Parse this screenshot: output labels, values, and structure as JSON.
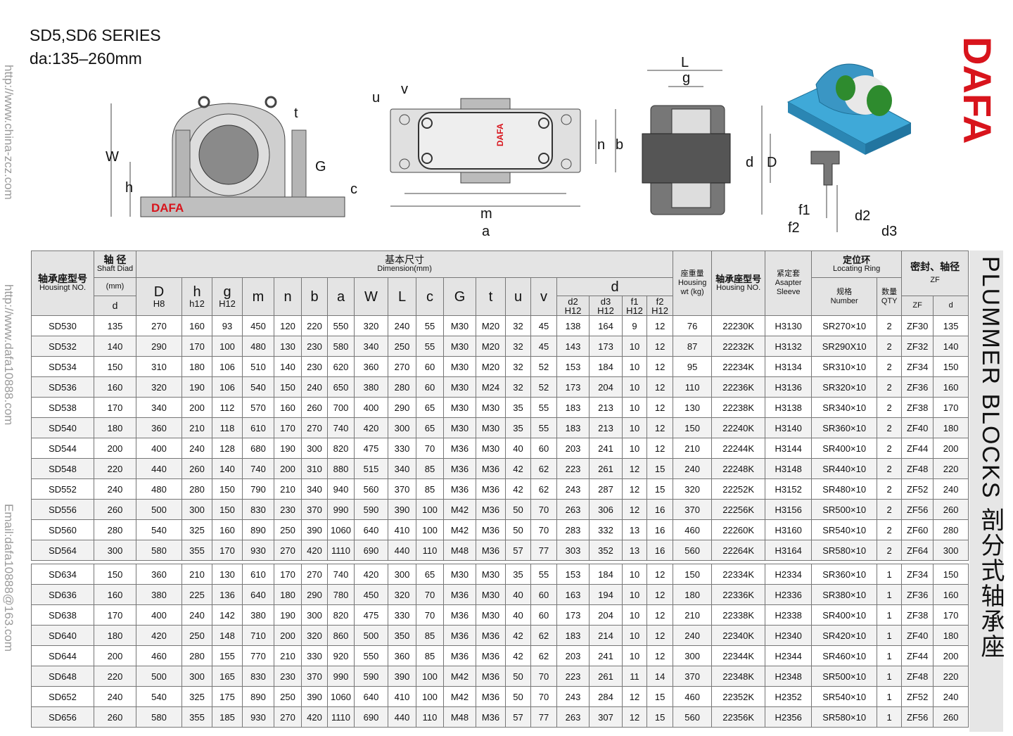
{
  "header": {
    "series": "SD5,SD6  SERIES",
    "range": "da:135–260mm"
  },
  "watermarks": [
    "http://www.china-zcz.com",
    "http://www.dafa10888.com",
    "Email:dafa10888@163.com"
  ],
  "brand": {
    "logo": "DAFA",
    "color": "#d8141c"
  },
  "side_title": "PLUMMER BLOCKS 剖分式轴承座",
  "diagram_labels": {
    "W": "W",
    "h": "h",
    "t": "t",
    "G": "G",
    "c": "c",
    "u": "u",
    "v": "v",
    "n": "n",
    "b": "b",
    "m": "m",
    "a": "a",
    "L": "L",
    "g": "g",
    "d": "d",
    "D": "D",
    "f1": "f1",
    "f2": "f2",
    "d2": "d2",
    "d3": "d3"
  },
  "table": {
    "h_housing_cn": "轴承座型号",
    "h_housing_en": "Housingt NO.",
    "h_shaft_cn": "轴 径",
    "h_shaft_en": "Shaft Diad",
    "h_mm": "(mm)",
    "h_d": "d",
    "h_dim_cn": "基本尺寸",
    "h_dim_en": "Dimension(mm)",
    "cols": [
      [
        "D",
        "H8"
      ],
      [
        "h",
        "h12"
      ],
      [
        "g",
        "H12"
      ],
      [
        "m",
        ""
      ],
      [
        "n",
        ""
      ],
      [
        "b",
        ""
      ],
      [
        "a",
        ""
      ],
      [
        "W",
        ""
      ],
      [
        "L",
        ""
      ],
      [
        "c",
        ""
      ],
      [
        "G",
        ""
      ],
      [
        "t",
        ""
      ],
      [
        "u",
        ""
      ],
      [
        "v",
        ""
      ]
    ],
    "h_dgroup": "d",
    "dcols": [
      [
        "d2",
        "H12"
      ],
      [
        "d3",
        "H12"
      ],
      [
        "f1",
        "H12"
      ],
      [
        "f2",
        "H12"
      ]
    ],
    "h_wt_cn": "座重量",
    "h_wt_en": "Housing wt (kg)",
    "h_hno_cn": "轴承座型号",
    "h_hno_en": "Housing NO.",
    "h_sleeve_cn": "紧定套",
    "h_sleeve_en": "Asapter Sleeve",
    "h_ring_cn": "定位环",
    "h_ring_en": "Locating Ring",
    "h_num_cn": "规格",
    "h_num_en": "Number",
    "h_qty_cn": "数量",
    "h_qty_en": "QTY",
    "h_seal_cn": "密封、轴径",
    "h_zf": "ZF",
    "h_zf2": "ZF",
    "h_sd": "d",
    "group1": [
      [
        "SD530",
        "135",
        "270",
        "160",
        "93",
        "450",
        "120",
        "220",
        "550",
        "320",
        "240",
        "55",
        "M30",
        "M20",
        "32",
        "45",
        "138",
        "164",
        "9",
        "12",
        "76",
        "22230K",
        "H3130",
        "SR270×10",
        "2",
        "ZF30",
        "135"
      ],
      [
        "SD532",
        "140",
        "290",
        "170",
        "100",
        "480",
        "130",
        "230",
        "580",
        "340",
        "250",
        "55",
        "M30",
        "M20",
        "32",
        "45",
        "143",
        "173",
        "10",
        "12",
        "87",
        "22232K",
        "H3132",
        "SR290X10",
        "2",
        "ZF32",
        "140"
      ],
      [
        "SD534",
        "150",
        "310",
        "180",
        "106",
        "510",
        "140",
        "230",
        "620",
        "360",
        "270",
        "60",
        "M30",
        "M20",
        "32",
        "52",
        "153",
        "184",
        "10",
        "12",
        "95",
        "22234K",
        "H3134",
        "SR310×10",
        "2",
        "ZF34",
        "150"
      ],
      [
        "SD536",
        "160",
        "320",
        "190",
        "106",
        "540",
        "150",
        "240",
        "650",
        "380",
        "280",
        "60",
        "M30",
        "M24",
        "32",
        "52",
        "173",
        "204",
        "10",
        "12",
        "110",
        "22236K",
        "H3136",
        "SR320×10",
        "2",
        "ZF36",
        "160"
      ],
      [
        "SD538",
        "170",
        "340",
        "200",
        "112",
        "570",
        "160",
        "260",
        "700",
        "400",
        "290",
        "65",
        "M30",
        "M30",
        "35",
        "55",
        "183",
        "213",
        "10",
        "12",
        "130",
        "22238K",
        "H3138",
        "SR340×10",
        "2",
        "ZF38",
        "170"
      ],
      [
        "SD540",
        "180",
        "360",
        "210",
        "118",
        "610",
        "170",
        "270",
        "740",
        "420",
        "300",
        "65",
        "M30",
        "M30",
        "35",
        "55",
        "183",
        "213",
        "10",
        "12",
        "150",
        "22240K",
        "H3140",
        "SR360×10",
        "2",
        "ZF40",
        "180"
      ],
      [
        "SD544",
        "200",
        "400",
        "240",
        "128",
        "680",
        "190",
        "300",
        "820",
        "475",
        "330",
        "70",
        "M36",
        "M30",
        "40",
        "60",
        "203",
        "241",
        "10",
        "12",
        "210",
        "22244K",
        "H3144",
        "SR400×10",
        "2",
        "ZF44",
        "200"
      ],
      [
        "SD548",
        "220",
        "440",
        "260",
        "140",
        "740",
        "200",
        "310",
        "880",
        "515",
        "340",
        "85",
        "M36",
        "M36",
        "42",
        "62",
        "223",
        "261",
        "12",
        "15",
        "240",
        "22248K",
        "H3148",
        "SR440×10",
        "2",
        "ZF48",
        "220"
      ],
      [
        "SD552",
        "240",
        "480",
        "280",
        "150",
        "790",
        "210",
        "340",
        "940",
        "560",
        "370",
        "85",
        "M36",
        "M36",
        "42",
        "62",
        "243",
        "287",
        "12",
        "15",
        "320",
        "22252K",
        "H3152",
        "SR480×10",
        "2",
        "ZF52",
        "240"
      ],
      [
        "SD556",
        "260",
        "500",
        "300",
        "150",
        "830",
        "230",
        "370",
        "990",
        "590",
        "390",
        "100",
        "M42",
        "M36",
        "50",
        "70",
        "263",
        "306",
        "12",
        "16",
        "370",
        "22256K",
        "H3156",
        "SR500×10",
        "2",
        "ZF56",
        "260"
      ],
      [
        "SD560",
        "280",
        "540",
        "325",
        "160",
        "890",
        "250",
        "390",
        "1060",
        "640",
        "410",
        "100",
        "M42",
        "M36",
        "50",
        "70",
        "283",
        "332",
        "13",
        "16",
        "460",
        "22260K",
        "H3160",
        "SR540×10",
        "2",
        "ZF60",
        "280"
      ],
      [
        "SD564",
        "300",
        "580",
        "355",
        "170",
        "930",
        "270",
        "420",
        "1110",
        "690",
        "440",
        "110",
        "M48",
        "M36",
        "57",
        "77",
        "303",
        "352",
        "13",
        "16",
        "560",
        "22264K",
        "H3164",
        "SR580×10",
        "2",
        "ZF64",
        "300"
      ]
    ],
    "group2": [
      [
        "SD634",
        "150",
        "360",
        "210",
        "130",
        "610",
        "170",
        "270",
        "740",
        "420",
        "300",
        "65",
        "M30",
        "M30",
        "35",
        "55",
        "153",
        "184",
        "10",
        "12",
        "150",
        "22334K",
        "H2334",
        "SR360×10",
        "1",
        "ZF34",
        "150"
      ],
      [
        "SD636",
        "160",
        "380",
        "225",
        "136",
        "640",
        "180",
        "290",
        "780",
        "450",
        "320",
        "70",
        "M36",
        "M30",
        "40",
        "60",
        "163",
        "194",
        "10",
        "12",
        "180",
        "22336K",
        "H2336",
        "SR380×10",
        "1",
        "ZF36",
        "160"
      ],
      [
        "SD638",
        "170",
        "400",
        "240",
        "142",
        "380",
        "190",
        "300",
        "820",
        "475",
        "330",
        "70",
        "M36",
        "M30",
        "40",
        "60",
        "173",
        "204",
        "10",
        "12",
        "210",
        "22338K",
        "H2338",
        "SR400×10",
        "1",
        "ZF38",
        "170"
      ],
      [
        "SD640",
        "180",
        "420",
        "250",
        "148",
        "710",
        "200",
        "320",
        "860",
        "500",
        "350",
        "85",
        "M36",
        "M36",
        "42",
        "62",
        "183",
        "214",
        "10",
        "12",
        "240",
        "22340K",
        "H2340",
        "SR420×10",
        "1",
        "ZF40",
        "180"
      ],
      [
        "SD644",
        "200",
        "460",
        "280",
        "155",
        "770",
        "210",
        "330",
        "920",
        "550",
        "360",
        "85",
        "M36",
        "M36",
        "42",
        "62",
        "203",
        "241",
        "10",
        "12",
        "300",
        "22344K",
        "H2344",
        "SR460×10",
        "1",
        "ZF44",
        "200"
      ],
      [
        "SD648",
        "220",
        "500",
        "300",
        "165",
        "830",
        "230",
        "370",
        "990",
        "590",
        "390",
        "100",
        "M42",
        "M36",
        "50",
        "70",
        "223",
        "261",
        "11",
        "14",
        "370",
        "22348K",
        "H2348",
        "SR500×10",
        "1",
        "ZF48",
        "220"
      ],
      [
        "SD652",
        "240",
        "540",
        "325",
        "175",
        "890",
        "250",
        "390",
        "1060",
        "640",
        "410",
        "100",
        "M42",
        "M36",
        "50",
        "70",
        "243",
        "284",
        "12",
        "15",
        "460",
        "22352K",
        "H2352",
        "SR540×10",
        "1",
        "ZF52",
        "240"
      ],
      [
        "SD656",
        "260",
        "580",
        "355",
        "185",
        "930",
        "270",
        "420",
        "1110",
        "690",
        "440",
        "110",
        "M48",
        "M36",
        "57",
        "77",
        "263",
        "307",
        "12",
        "15",
        "560",
        "22356K",
        "H2356",
        "SR580×10",
        "1",
        "ZF56",
        "260"
      ]
    ]
  }
}
